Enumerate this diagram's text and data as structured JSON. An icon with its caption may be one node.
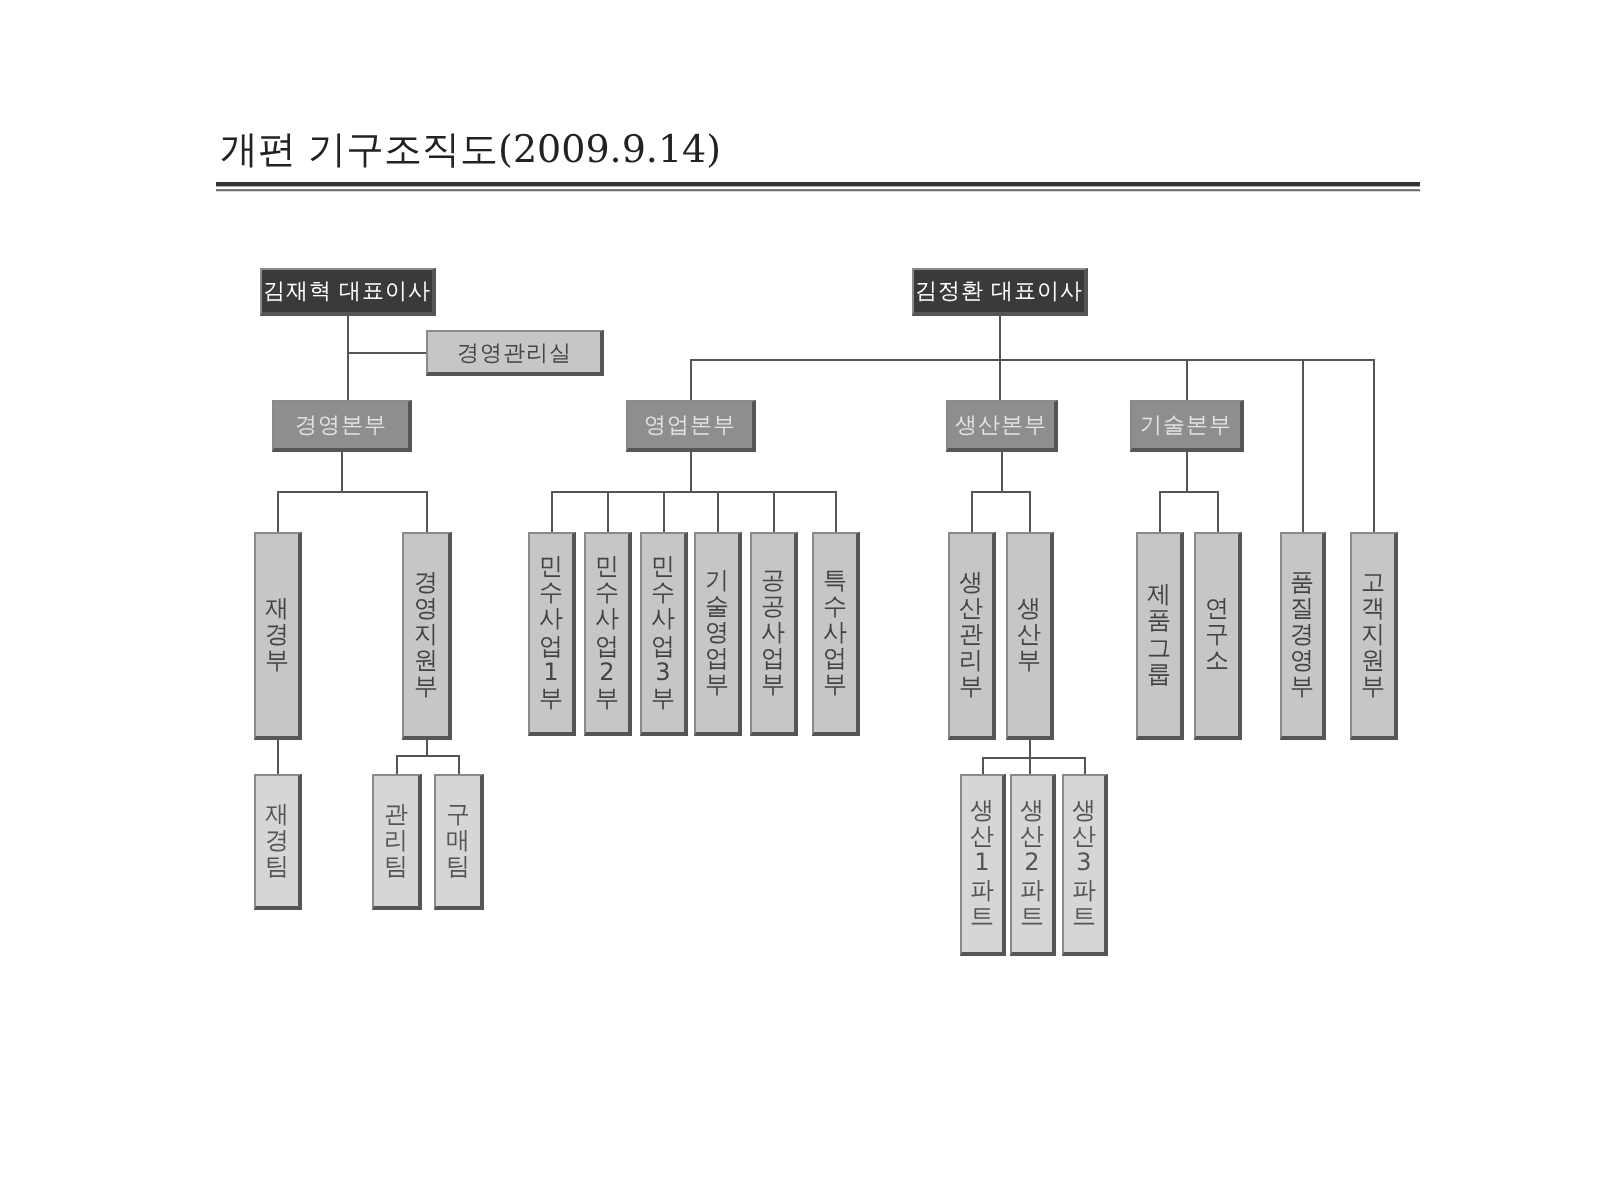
{
  "diagram": {
    "title": "개편 기구조직도(2009.9.14)",
    "nodes": [
      {
        "text": [
          "김재혁 대표이사"
        ]
      },
      {
        "text": [
          "경영관리실"
        ]
      },
      {
        "text": [
          "경영본부"
        ]
      },
      {
        "text": [
          "재경부"
        ]
      },
      {
        "text": [
          "경영지원부"
        ]
      },
      {
        "text": [
          "재경팀"
        ]
      },
      {
        "text": [
          "관리팀"
        ]
      },
      {
        "text": [
          "구매팀"
        ]
      },
      {
        "text": [
          "김정환 대표이사"
        ]
      },
      {
        "text": [
          "영업본부"
        ]
      },
      {
        "text": [
          "민수사업1부"
        ]
      },
      {
        "text": [
          "민수사업2부"
        ]
      },
      {
        "text": [
          "민수사업3부"
        ]
      },
      {
        "text": [
          "기술영업부"
        ]
      },
      {
        "text": [
          "공공사업부"
        ]
      },
      {
        "text": [
          "특수사업부"
        ]
      },
      {
        "text": [
          "생산본부"
        ]
      },
      {
        "text": [
          "기술본부"
        ]
      },
      {
        "text": [
          "생산관리부"
        ]
      },
      {
        "text": [
          "생산부"
        ]
      },
      {
        "text": [
          "제품그룹"
        ]
      },
      {
        "text": [
          "연구소"
        ]
      },
      {
        "text": [
          "품질경영부"
        ]
      },
      {
        "text": [
          "고객지원부"
        ]
      },
      {
        "text": [
          "생산1파트"
        ]
      },
      {
        "text": [
          "생산2파트"
        ]
      },
      {
        "text": [
          "생산3파트"
        ]
      }
    ],
    "edges": [
      {
        "from": 0,
        "to": 1,
        "arrow": "none"
      },
      {
        "from": 0,
        "to": 2,
        "arrow": "none"
      },
      {
        "from": 2,
        "to": 3,
        "arrow": "none"
      },
      {
        "from": 2,
        "to": 4,
        "arrow": "none"
      },
      {
        "from": 3,
        "to": 5,
        "arrow": "none"
      },
      {
        "from": 4,
        "to": 6,
        "arrow": "none"
      },
      {
        "from": 4,
        "to": 7,
        "arrow": "none"
      },
      {
        "from": 8,
        "to": 9,
        "arrow": "none"
      },
      {
        "from": 8,
        "to": 16,
        "arrow": "none"
      },
      {
        "from": 8,
        "to": 17,
        "arrow": "none"
      },
      {
        "from": 8,
        "to": 22,
        "arrow": "none"
      },
      {
        "from": 8,
        "to": 23,
        "arrow": "none"
      },
      {
        "from": 9,
        "to": 10,
        "arrow": "none"
      },
      {
        "from": 9,
        "to": 11,
        "arrow": "none"
      },
      {
        "from": 9,
        "to": 12,
        "arrow": "none"
      },
      {
        "from": 9,
        "to": 13,
        "arrow": "none"
      },
      {
        "from": 9,
        "to": 14,
        "arrow": "none"
      },
      {
        "from": 9,
        "to": 15,
        "arrow": "none"
      },
      {
        "from": 16,
        "to": 18,
        "arrow": "none"
      },
      {
        "from": 16,
        "to": 19,
        "arrow": "none"
      },
      {
        "from": 17,
        "to": 20,
        "arrow": "none"
      },
      {
        "from": 17,
        "to": 21,
        "arrow": "none"
      },
      {
        "from": 19,
        "to": 24,
        "arrow": "none"
      },
      {
        "from": 19,
        "to": 25,
        "arrow": "none"
      },
      {
        "from": 19,
        "to": 26,
        "arrow": "none"
      }
    ]
  }
}
